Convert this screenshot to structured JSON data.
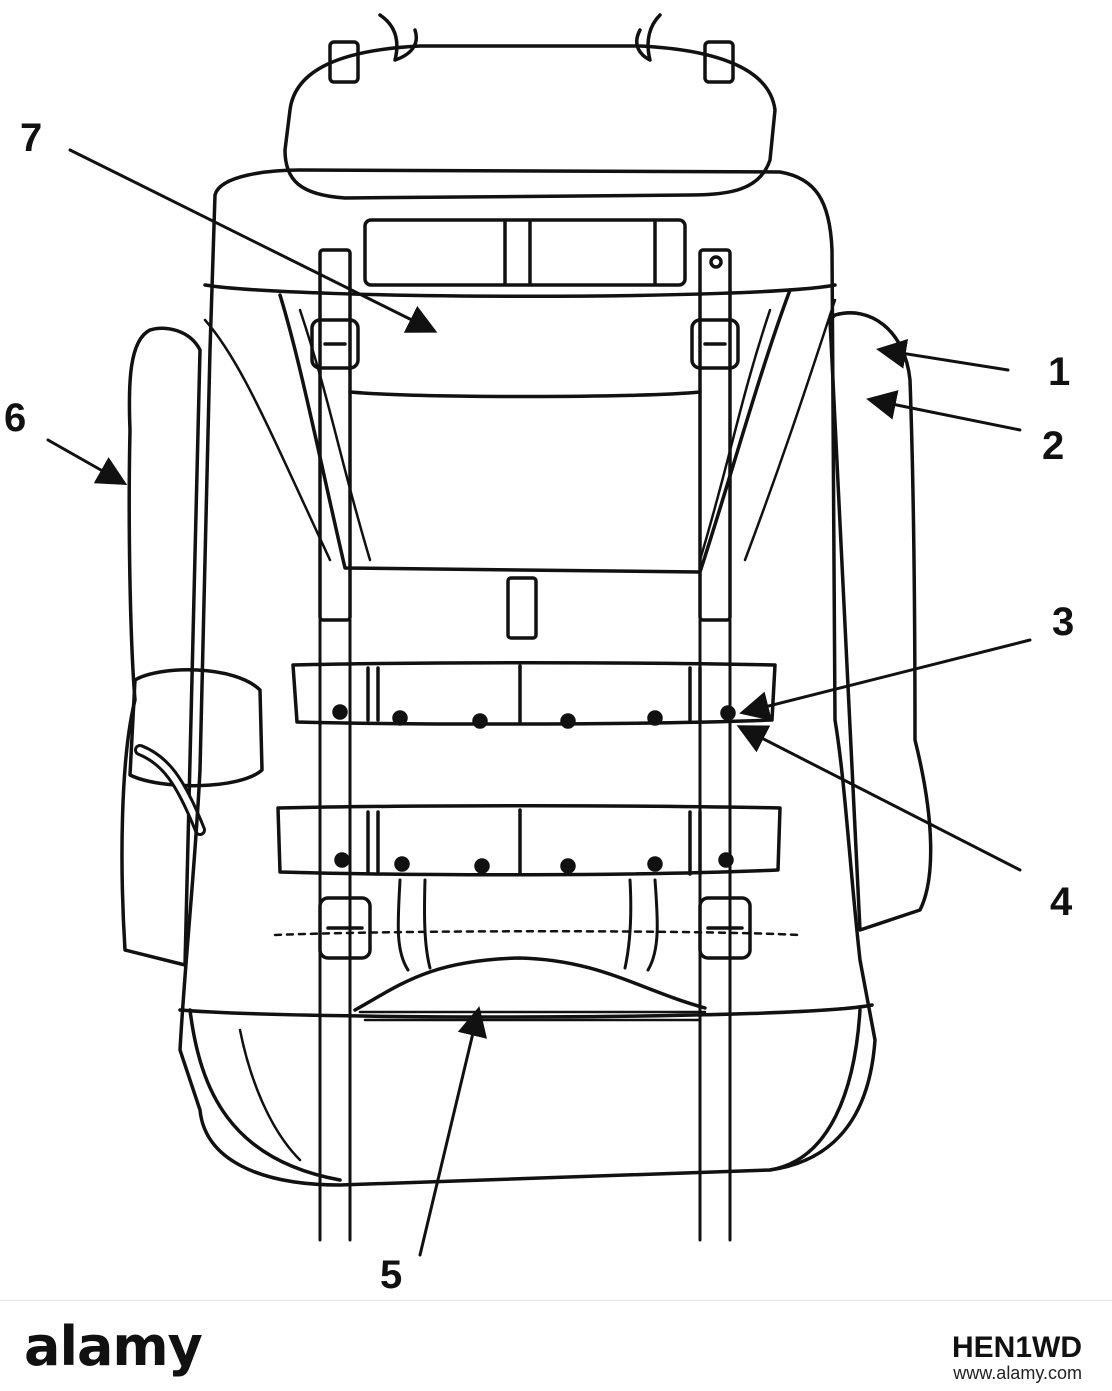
{
  "diagram": {
    "callouts": [
      "1",
      "2",
      "3",
      "4",
      "5",
      "6",
      "7"
    ]
  },
  "footer": {
    "brand": "alamy",
    "stock_id": "HEN1WD",
    "site": "www.alamy.com"
  }
}
